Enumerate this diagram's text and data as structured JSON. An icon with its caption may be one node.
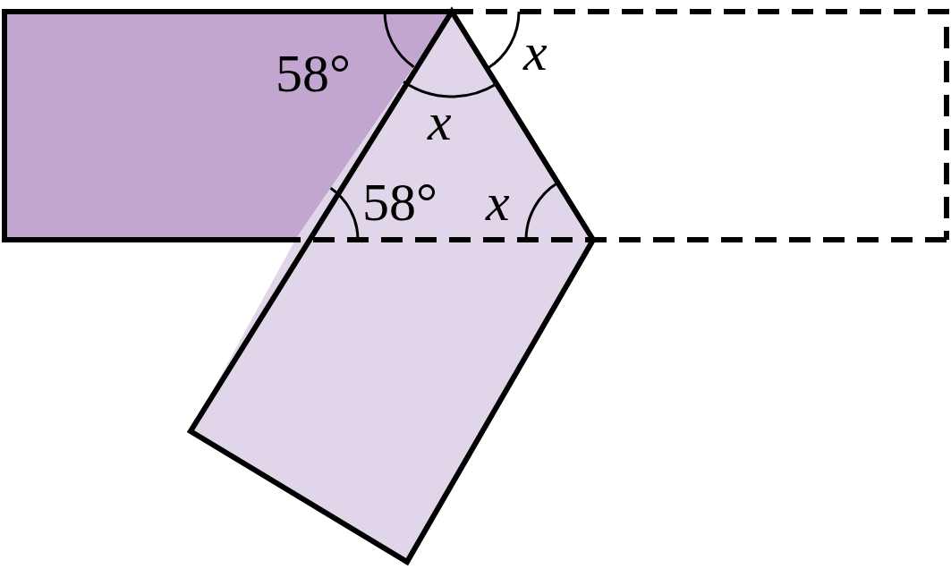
{
  "diagram": {
    "labels": [
      "x",
      "58°",
      "x",
      "58°",
      "x"
    ]
  }
}
